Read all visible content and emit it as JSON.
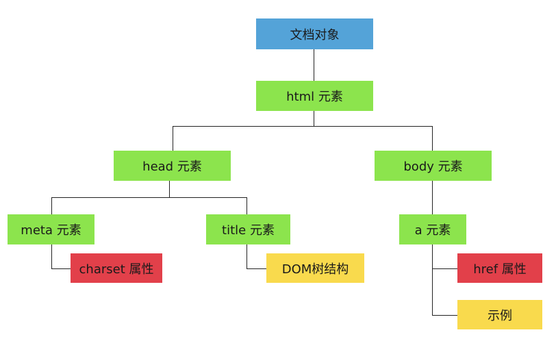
{
  "nodes": {
    "document": "文档对象",
    "html": "html 元素",
    "head": "head 元素",
    "body": "body 元素",
    "meta": "meta 元素",
    "title": "title 元素",
    "a": "a 元素",
    "charset": "charset 属性",
    "title_text": "DOM树结构",
    "href": "href 属性",
    "a_text": "示例"
  },
  "colors": {
    "document": "#54a3d8",
    "element": "#8ce44d",
    "attribute": "#e2404a",
    "text": "#f9da4d"
  }
}
